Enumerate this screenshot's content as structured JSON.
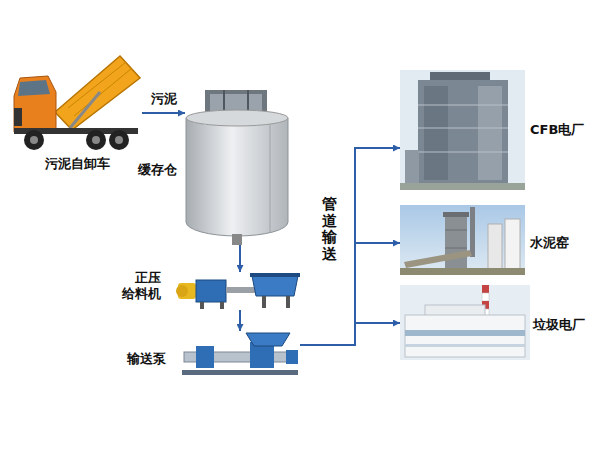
{
  "diagram": {
    "nodes": [
      {
        "text": [
          "污泥自卸车"
        ]
      },
      {
        "text": [
          "缓存仓"
        ]
      },
      {
        "text": [
          "正压 给料机"
        ]
      },
      {
        "text": [
          "输送泵"
        ]
      },
      {
        "text": [
          "CFB电厂"
        ]
      },
      {
        "text": [
          "水泥窑"
        ]
      },
      {
        "text": [
          "垃圾电厂"
        ]
      }
    ],
    "edges": [
      {
        "from": 0,
        "to": 1,
        "label": "污泥",
        "arrow": "to"
      },
      {
        "from": 1,
        "to": 2,
        "arrow": "to"
      },
      {
        "from": 2,
        "to": 3,
        "arrow": "to"
      },
      {
        "from": 3,
        "to": 4,
        "arrow": "to"
      },
      {
        "from": 3,
        "to": 5,
        "arrow": "to"
      },
      {
        "from": 3,
        "to": 6,
        "arrow": "to"
      }
    ],
    "labels": [
      "管道输送"
    ]
  }
}
